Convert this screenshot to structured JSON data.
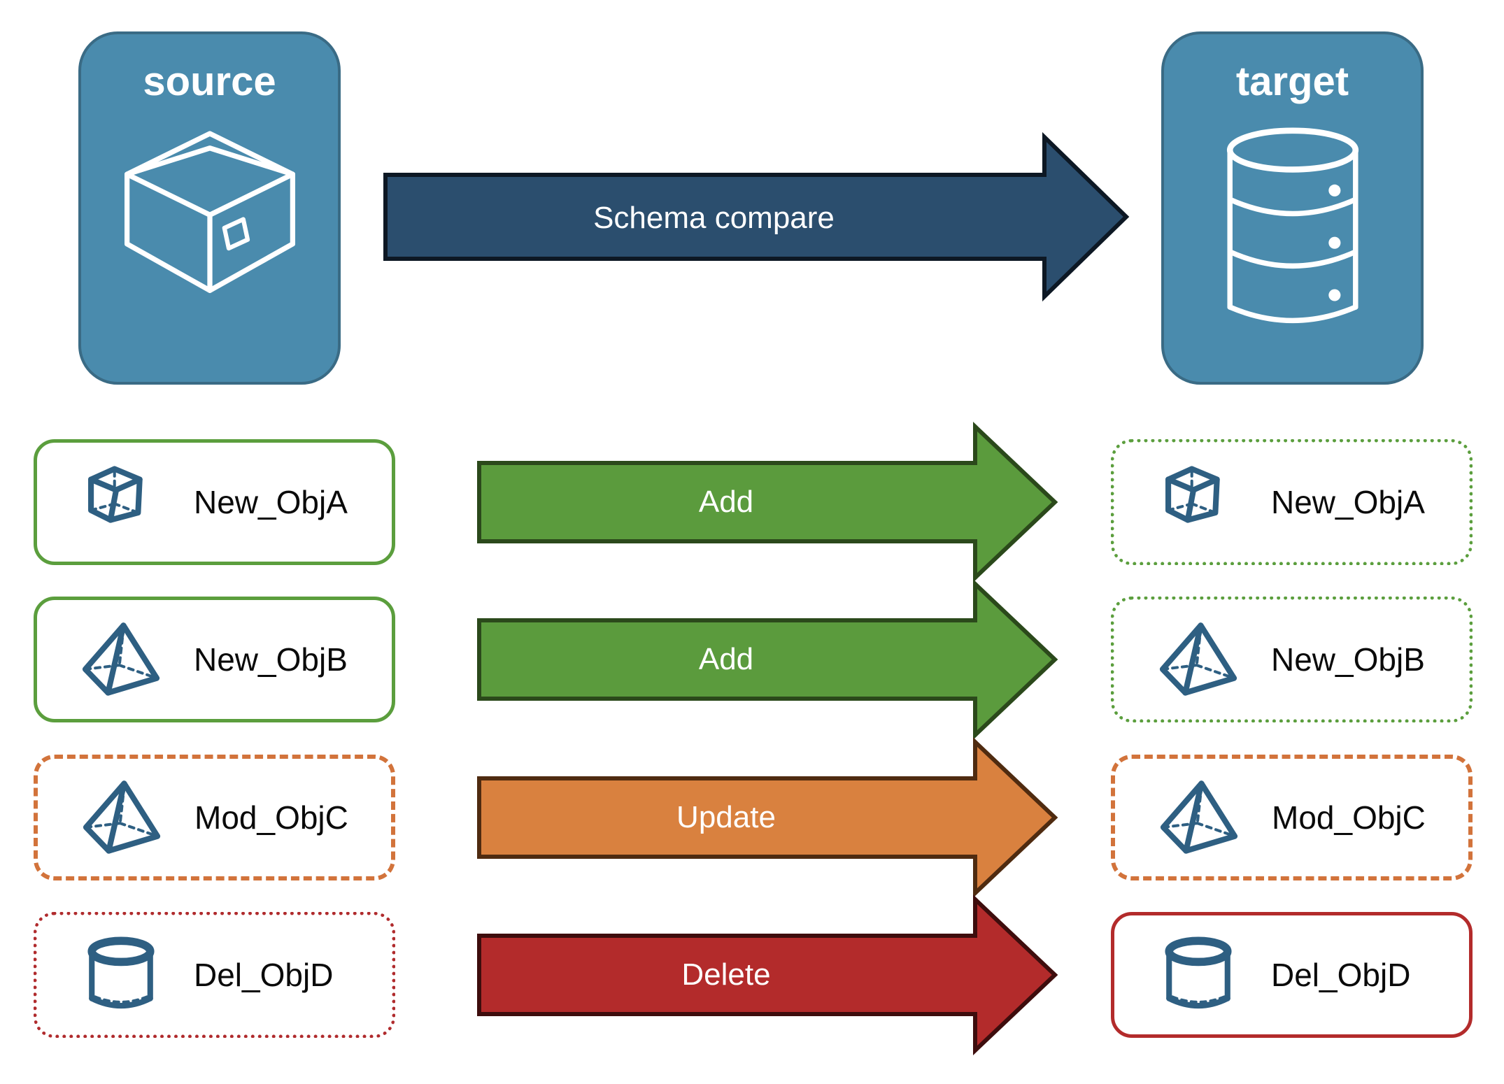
{
  "diagram": {
    "source_panel": {
      "title": "source",
      "icon": "package-icon"
    },
    "target_panel": {
      "title": "target",
      "icon": "database-icon"
    },
    "compare_arrow": {
      "label": "Schema compare"
    }
  },
  "rows": [
    {
      "name": "New_ObjA",
      "action": "Add",
      "icon": "cube-icon",
      "source_border": "solid green",
      "target_border": "dotted green"
    },
    {
      "name": "New_ObjB",
      "action": "Add",
      "icon": "pyramid-icon",
      "source_border": "solid green",
      "target_border": "dotted green"
    },
    {
      "name": "Mod_ObjC",
      "action": "Update",
      "icon": "pyramid-icon",
      "source_border": "dashed orange",
      "target_border": "dashed orange"
    },
    {
      "name": "Del_ObjD",
      "action": "Delete",
      "icon": "cylinder-icon",
      "source_border": "dotted red",
      "target_border": "solid red"
    }
  ],
  "colors": {
    "panel_fill": "#4A8BAD",
    "panel_border": "#3A6B85",
    "compare_arrow_fill": "#2B4E6E",
    "compare_arrow_border": "#0D1824",
    "add_arrow_fill": "#5B9B3D",
    "add_arrow_border": "#2B491B",
    "update_arrow_fill": "#D9813F",
    "update_arrow_border": "#4F2B10",
    "delete_arrow_fill": "#B32B2B",
    "delete_arrow_border": "#3E0D0D",
    "card_green_border": "#5B9E3D",
    "card_orange_border": "#D2733B",
    "card_red_border": "#B02B2D",
    "icon_blue": "#2E5F82"
  }
}
